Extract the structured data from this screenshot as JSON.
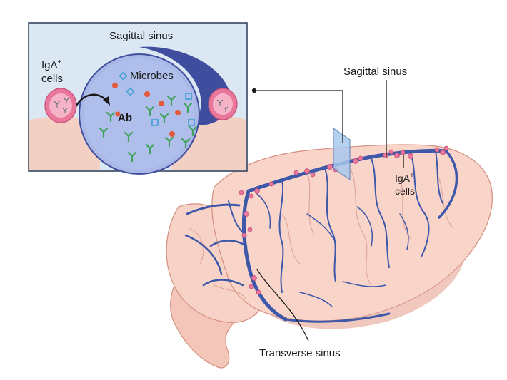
{
  "inset": {
    "title": "Sagittal sinus",
    "iga_label_line1": "IgA",
    "iga_label_sup": "+",
    "iga_label_line2": "cells",
    "microbes_label": "Microbes",
    "antibody_label": "Ab"
  },
  "brain": {
    "sagittal_label": "Sagittal sinus",
    "iga_label_line1": "IgA",
    "iga_label_sup": "+",
    "iga_label_line2": "cells",
    "transverse_label": "Transverse sinus"
  },
  "colors": {
    "inset_bg": "#dce7f4",
    "inset_border": "#2a3a55",
    "sinus_fill": "#a9b8e6",
    "sinus_dark": "#3f4d9e",
    "tissue": "#f2d0c4",
    "brain": "#f6cdc2",
    "brain_shadow": "#e7a99b",
    "vessel": "#3d57a9",
    "iga_cell": "#e9769b",
    "microbe_red": "#e2593b",
    "microbe_blue": "#4aa3d8",
    "antibody_green": "#3fa35b"
  }
}
